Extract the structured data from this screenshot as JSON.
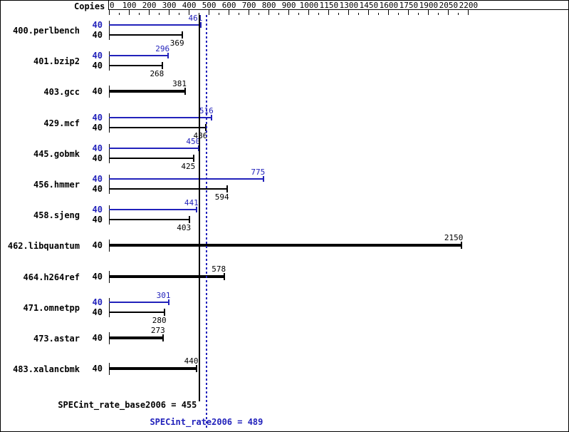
{
  "chart_data": {
    "type": "bar",
    "title": "",
    "orientation": "horizontal",
    "xlabel": "",
    "ylabel": "",
    "grid": false,
    "legend_position": "none",
    "axis_scale": "piecewise-linear",
    "axis_ticks": [
      0,
      100,
      200,
      300,
      400,
      500,
      600,
      700,
      800,
      900,
      1000,
      1150,
      1300,
      1450,
      1600,
      1750,
      1900,
      2050,
      2200
    ],
    "xlim": [
      0,
      2200
    ],
    "copies_header": "Copies",
    "colors": {
      "base": "#000000",
      "peak": "#2222bb"
    },
    "reference_lines": [
      {
        "name": "SPECint_rate_base2006",
        "value": 455,
        "style": "solid",
        "color": "#000000"
      },
      {
        "name": "SPECint_rate2006",
        "value": 489,
        "style": "dotted",
        "color": "#2222bb"
      }
    ],
    "categories": [
      "400.perlbench",
      "401.bzip2",
      "403.gcc",
      "429.mcf",
      "445.gobmk",
      "456.hmmer",
      "458.sjeng",
      "462.libquantum",
      "464.h264ref",
      "471.omnetpp",
      "473.astar",
      "483.xalancbmk"
    ],
    "series": [
      {
        "name": "peak",
        "values": [
          461,
          296,
          null,
          516,
          450,
          775,
          441,
          null,
          null,
          301,
          null,
          null
        ]
      },
      {
        "name": "base",
        "values": [
          369,
          268,
          381,
          486,
          425,
          594,
          403,
          2150,
          578,
          280,
          273,
          440
        ]
      }
    ],
    "copies": {
      "peak": 40,
      "base": 40
    }
  },
  "footer": {
    "base_summary": "SPECint_rate_base2006 = 455",
    "peak_summary": "SPECint_rate2006 = 489"
  },
  "rows": [
    {
      "name": "400.perlbench",
      "peak_copies": "40",
      "base_copies": "40",
      "peak_value": "461",
      "base_value": "369"
    },
    {
      "name": "401.bzip2",
      "peak_copies": "40",
      "base_copies": "40",
      "peak_value": "296",
      "base_value": "268"
    },
    {
      "name": "403.gcc",
      "peak_copies": "",
      "base_copies": "40",
      "peak_value": "",
      "base_value": "381"
    },
    {
      "name": "429.mcf",
      "peak_copies": "40",
      "base_copies": "40",
      "peak_value": "516",
      "base_value": "486"
    },
    {
      "name": "445.gobmk",
      "peak_copies": "40",
      "base_copies": "40",
      "peak_value": "450",
      "base_value": "425"
    },
    {
      "name": "456.hmmer",
      "peak_copies": "40",
      "base_copies": "40",
      "peak_value": "775",
      "base_value": "594"
    },
    {
      "name": "458.sjeng",
      "peak_copies": "40",
      "base_copies": "40",
      "peak_value": "441",
      "base_value": "403"
    },
    {
      "name": "462.libquantum",
      "peak_copies": "",
      "base_copies": "40",
      "peak_value": "",
      "base_value": "2150"
    },
    {
      "name": "464.h264ref",
      "peak_copies": "",
      "base_copies": "40",
      "peak_value": "",
      "base_value": "578"
    },
    {
      "name": "471.omnetpp",
      "peak_copies": "40",
      "base_copies": "40",
      "peak_value": "301",
      "base_value": "280"
    },
    {
      "name": "473.astar",
      "peak_copies": "",
      "base_copies": "40",
      "peak_value": "",
      "base_value": "273"
    },
    {
      "name": "483.xalancbmk",
      "peak_copies": "",
      "base_copies": "40",
      "peak_value": "",
      "base_value": "440"
    }
  ]
}
